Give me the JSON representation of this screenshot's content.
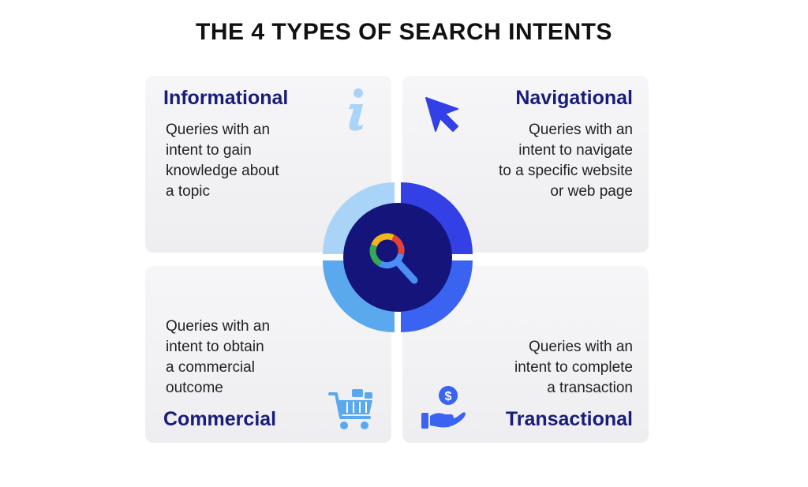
{
  "title": "THE 4 TYPES OF SEARCH INTENTS",
  "quadrants": [
    {
      "heading": "Informational",
      "description": [
        "Queries with an",
        "intent to gain",
        "knowledge about",
        "a topic"
      ],
      "icon": "info-icon",
      "color": "#a9d4f7"
    },
    {
      "heading": "Navigational",
      "description": [
        "Queries with an",
        "intent to navigate",
        "to a specific website",
        "or web page"
      ],
      "icon": "cursor-arrow-icon",
      "color": "#3340e6"
    },
    {
      "heading": "Commercial",
      "description": [
        "Queries with an",
        "intent to obtain",
        "a commercial",
        "outcome"
      ],
      "icon": "shopping-cart-icon",
      "color": "#5aa8ee"
    },
    {
      "heading": "Transactional",
      "description": [
        "Queries with an",
        "intent to complete",
        "a transaction"
      ],
      "icon": "hand-dollar-icon",
      "color": "#3a63f2"
    }
  ],
  "center": {
    "icon": "search-magnifier-icon",
    "hub_color": "#15147a"
  },
  "colors": {
    "heading": "#1a1c7a",
    "text": "#222222",
    "card": "#f1f1f4"
  }
}
